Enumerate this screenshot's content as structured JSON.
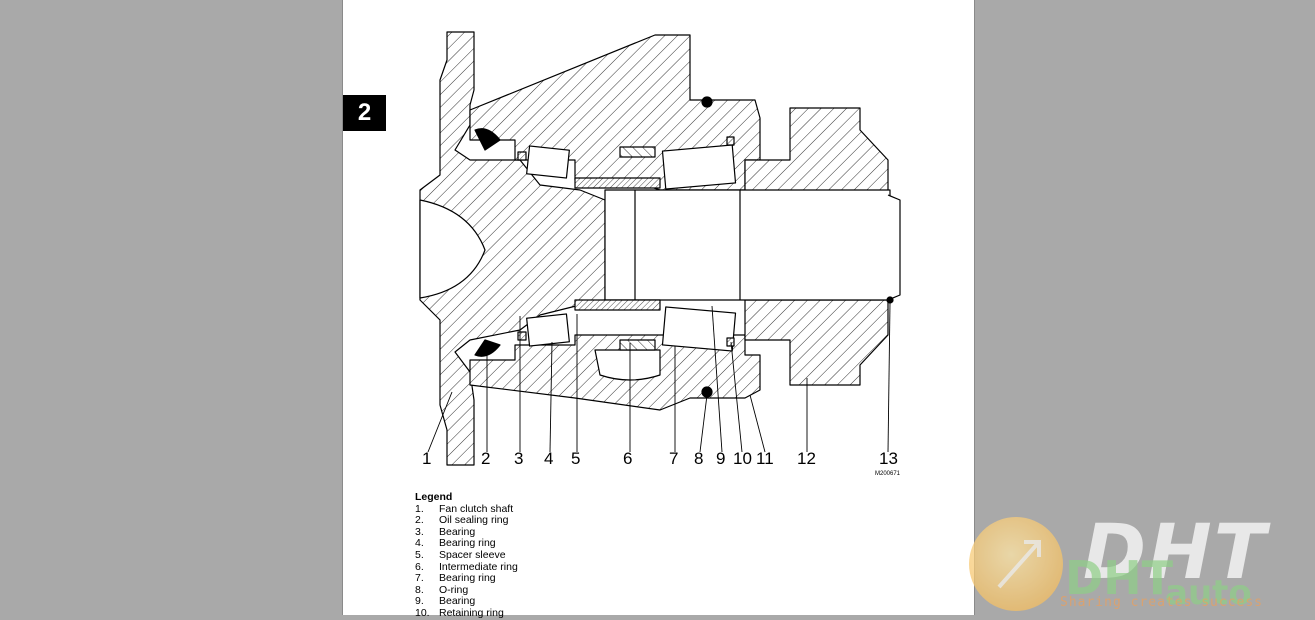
{
  "chapter": "2",
  "callouts": [
    "1",
    "2",
    "3",
    "4",
    "5",
    "6",
    "7",
    "8",
    "9",
    "10",
    "11",
    "12",
    "13"
  ],
  "drawing_id": "M200671",
  "legend": {
    "title": "Legend",
    "items": [
      {
        "num": "1.",
        "label": "Fan clutch shaft"
      },
      {
        "num": "2.",
        "label": "Oil sealing ring"
      },
      {
        "num": "3.",
        "label": "Bearing"
      },
      {
        "num": "4.",
        "label": "Bearing ring"
      },
      {
        "num": "5.",
        "label": "Spacer sleeve"
      },
      {
        "num": "6.",
        "label": "Intermediate ring"
      },
      {
        "num": "7.",
        "label": "Bearing ring"
      },
      {
        "num": "8.",
        "label": "O-ring"
      },
      {
        "num": "9.",
        "label": "Bearing"
      },
      {
        "num": "10.",
        "label": "Retaining ring"
      }
    ]
  },
  "watermark": {
    "text": "DHT",
    "brand": "DHT",
    "suffix": "auto",
    "slogan": "Sharing creates success"
  }
}
